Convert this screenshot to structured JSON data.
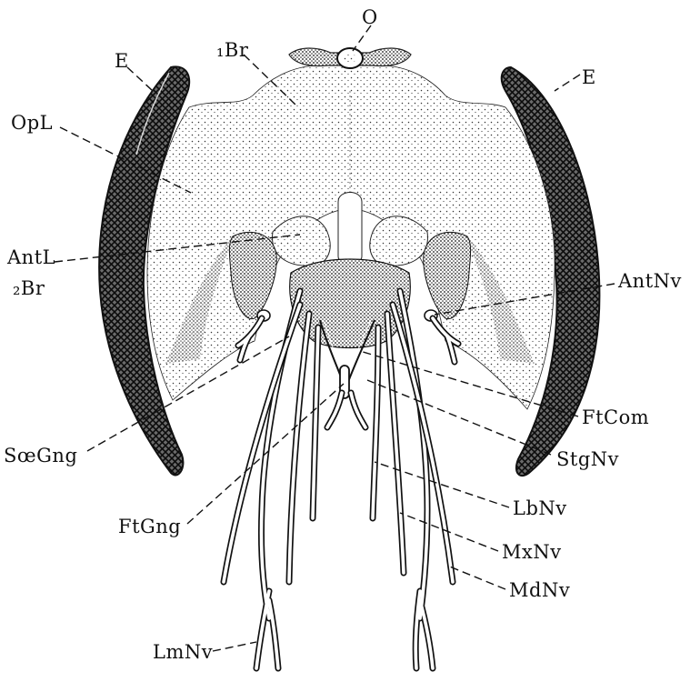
{
  "labels": {
    "O": "O",
    "E_left": "E",
    "E_right": "E",
    "one_br": "₁Br",
    "opl": "OpL",
    "antl": "AntL",
    "two_br": "₂Br",
    "antnv": "AntNv",
    "ftcom": "FtCom",
    "soegng": "SœGng",
    "stgnv": "StgNv",
    "ftgng": "FtGng",
    "lbnv": "LbNv",
    "mxnv": "MxNv",
    "mdnv": "MdNv",
    "lmnv": "LmNv"
  }
}
